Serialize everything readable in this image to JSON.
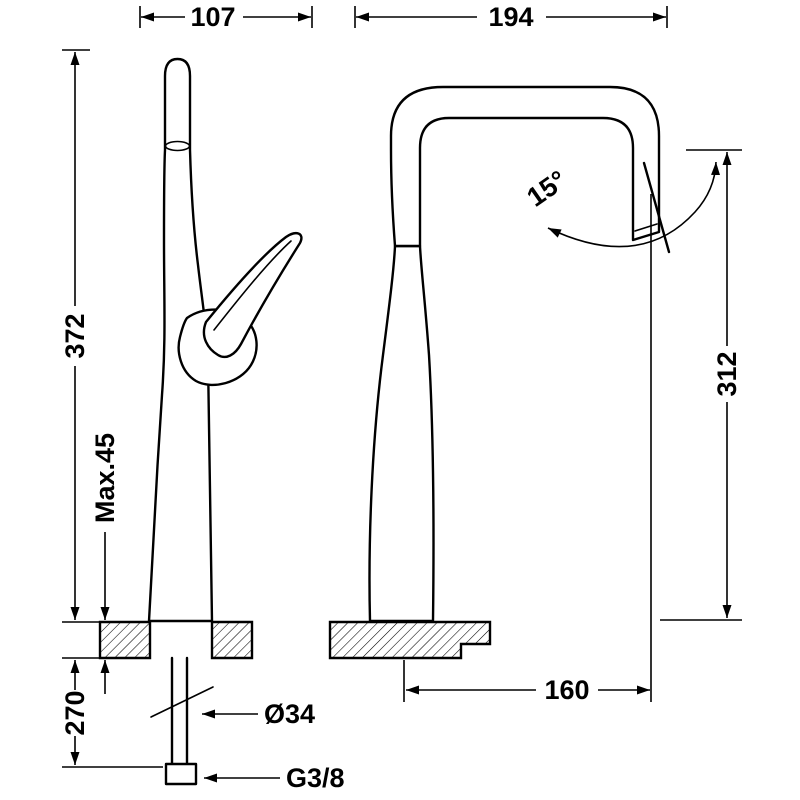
{
  "drawing": {
    "type": "faucet-technical-drawing",
    "background": "#ffffff",
    "line_color": "#000000",
    "labels": {
      "width_left": "107",
      "width_right": "194",
      "height_total": "372",
      "max_mount_thickness": "Max.45",
      "hose_length": "270",
      "base_diameter": "Ø34",
      "thread_size": "G3/8",
      "swivel_angle": "15°",
      "spout_height": "312",
      "spout_reach": "160"
    }
  }
}
